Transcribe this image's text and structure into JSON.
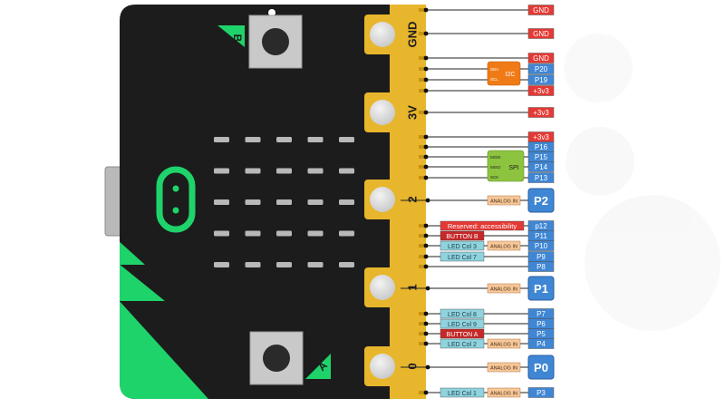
{
  "board": {
    "button_a_label": "A",
    "button_b_label": "B",
    "big_pads": [
      {
        "label": "GND"
      },
      {
        "label": "3V"
      },
      {
        "label": "2"
      },
      {
        "label": "1"
      },
      {
        "label": "0"
      }
    ],
    "led_grid": {
      "rows": 5,
      "cols": 5
    }
  },
  "i2c": {
    "title": "I2C",
    "lines": [
      "SDA",
      "SCL"
    ]
  },
  "spi": {
    "title": "SPI",
    "lines": [
      "MOSI",
      "MISO",
      "SCK"
    ]
  },
  "pins": [
    {
      "pin": "GND",
      "pin_color": "#e53935",
      "pin_text_color": "#ffffff",
      "pin_size": "small"
    },
    {
      "pin": "GND",
      "pin_color": "#e53935",
      "pin_text_color": "#ffffff",
      "pin_size": "small"
    },
    {
      "pin": "GND",
      "pin_color": "#e53935",
      "pin_text_color": "#ffffff",
      "pin_size": "small"
    },
    {
      "pin": "P20",
      "pin_color": "#3f86d4",
      "pin_text_color": "#ffffff",
      "pin_size": "small",
      "group": "i2c"
    },
    {
      "pin": "P19",
      "pin_color": "#3f86d4",
      "pin_text_color": "#ffffff",
      "pin_size": "small",
      "group": "i2c"
    },
    {
      "pin": "+3v3",
      "pin_color": "#e53935",
      "pin_text_color": "#ffffff",
      "pin_size": "small"
    },
    {
      "pin": "+3v3",
      "pin_color": "#e53935",
      "pin_text_color": "#ffffff",
      "pin_size": "small"
    },
    {
      "pin": "+3v3",
      "pin_color": "#e53935",
      "pin_text_color": "#ffffff",
      "pin_size": "small"
    },
    {
      "pin": "P16",
      "pin_color": "#3f86d4",
      "pin_text_color": "#ffffff",
      "pin_size": "small"
    },
    {
      "pin": "P15",
      "pin_color": "#3f86d4",
      "pin_text_color": "#ffffff",
      "pin_size": "small",
      "group": "spi"
    },
    {
      "pin": "P14",
      "pin_color": "#3f86d4",
      "pin_text_color": "#ffffff",
      "pin_size": "small",
      "group": "spi"
    },
    {
      "pin": "P13",
      "pin_color": "#3f86d4",
      "pin_text_color": "#ffffff",
      "pin_size": "small",
      "group": "spi"
    },
    {
      "pin": "P2",
      "pin_color": "#3f86d4",
      "pin_text_color": "#ffffff",
      "pin_size": "large",
      "analog": "ANALOG IN"
    },
    {
      "pin": "p12",
      "pin_color": "#3f86d4",
      "pin_text_color": "#ffffff",
      "pin_size": "small",
      "function": "Reserved: accessibility",
      "function_color": "#e53935",
      "function_text_color": "#ffffff",
      "function_wide": true
    },
    {
      "pin": "P11",
      "pin_color": "#3f86d4",
      "pin_text_color": "#ffffff",
      "pin_size": "small",
      "function": "BUTTON B",
      "function_color": "#c62828",
      "function_text_color": "#ffffff"
    },
    {
      "pin": "P10",
      "pin_color": "#3f86d4",
      "pin_text_color": "#ffffff",
      "pin_size": "small",
      "function": "LED Col 3",
      "function_color": "#8fd3de",
      "function_text_color": "#1f3b47",
      "analog": "ANALOG IN"
    },
    {
      "pin": "P9",
      "pin_color": "#3f86d4",
      "pin_text_color": "#ffffff",
      "pin_size": "small",
      "function": "LED Col 7",
      "function_color": "#8fd3de",
      "function_text_color": "#1f3b47"
    },
    {
      "pin": "P8",
      "pin_color": "#3f86d4",
      "pin_text_color": "#ffffff",
      "pin_size": "small"
    },
    {
      "pin": "P1",
      "pin_color": "#3f86d4",
      "pin_text_color": "#ffffff",
      "pin_size": "large",
      "analog": "ANALOG IN"
    },
    {
      "pin": "P7",
      "pin_color": "#3f86d4",
      "pin_text_color": "#ffffff",
      "pin_size": "small",
      "function": "LED Col 8",
      "function_color": "#8fd3de",
      "function_text_color": "#1f3b47"
    },
    {
      "pin": "P6",
      "pin_color": "#3f86d4",
      "pin_text_color": "#ffffff",
      "pin_size": "small",
      "function": "LED Col 9",
      "function_color": "#8fd3de",
      "function_text_color": "#1f3b47"
    },
    {
      "pin": "P5",
      "pin_color": "#3f86d4",
      "pin_text_color": "#ffffff",
      "pin_size": "small",
      "function": "BUTTON A",
      "function_color": "#c62828",
      "function_text_color": "#ffffff"
    },
    {
      "pin": "P4",
      "pin_color": "#3f86d4",
      "pin_text_color": "#ffffff",
      "pin_size": "small",
      "function": "LED Col 2",
      "function_color": "#8fd3de",
      "function_text_color": "#1f3b47",
      "analog": "ANALOG IN"
    },
    {
      "pin": "P0",
      "pin_color": "#3f86d4",
      "pin_text_color": "#ffffff",
      "pin_size": "large",
      "analog": "ANALOG IN"
    },
    {
      "pin": "P3",
      "pin_color": "#3f86d4",
      "pin_text_color": "#ffffff",
      "pin_size": "small",
      "function": "LED Col 1",
      "function_color": "#8fd3de",
      "function_text_color": "#1f3b47",
      "analog": "ANALOG IN"
    }
  ],
  "colors": {
    "board_black": "#1c1c1c",
    "edge_gold": "#e8b62c",
    "accent_green": "#1fd36b",
    "led_gray": "#b8b8b8",
    "analog_tag": "#f6c89a",
    "i2c_box": "#f07b16",
    "spi_box": "#8dc43f"
  }
}
